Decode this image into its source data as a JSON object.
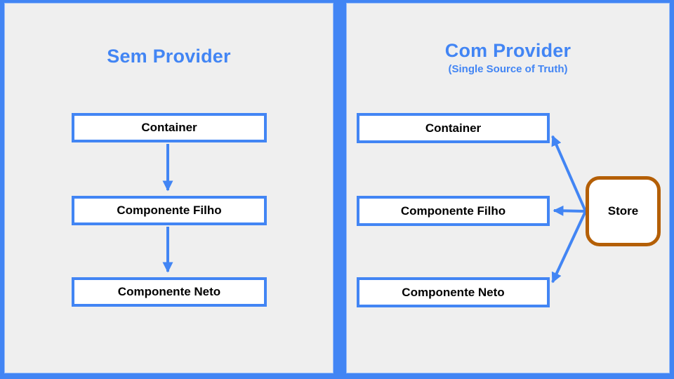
{
  "colors": {
    "background_blue": "#4285f4",
    "panel_gray": "#efefef",
    "node_border_blue": "#4285f4",
    "node_fill": "#ffffff",
    "store_border_orange": "#b45f06",
    "title_blue": "#4285f4",
    "arrow_blue": "#4285f4",
    "node_text": "#000000"
  },
  "left_panel": {
    "title": "Sem Provider",
    "boxes": [
      "Container",
      "Componente Filho",
      "Componente Neto"
    ]
  },
  "right_panel": {
    "title": "Com Provider",
    "subtitle": "(Single Source of Truth)",
    "boxes": [
      "Container",
      "Componente Filho",
      "Componente Neto"
    ],
    "store_label": "Store"
  }
}
